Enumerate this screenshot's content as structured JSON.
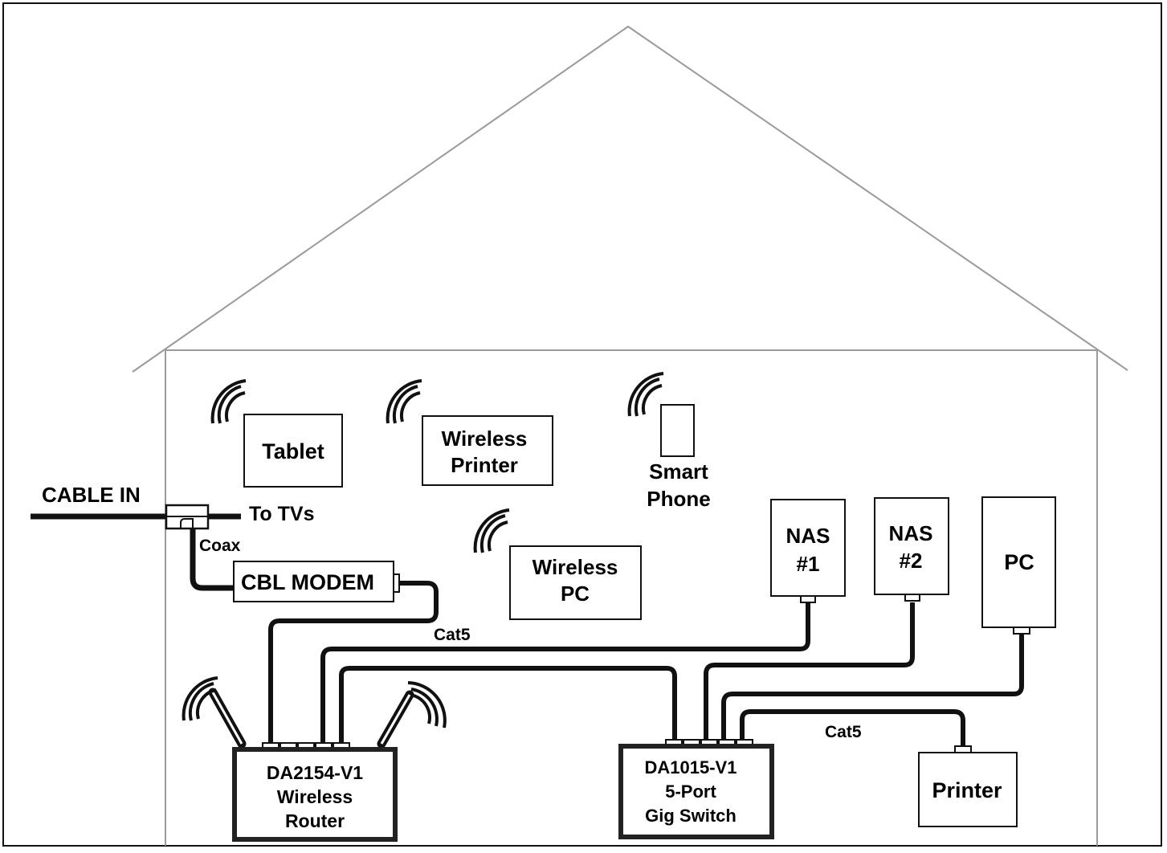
{
  "diagram": {
    "labels": {
      "cable_in": "CABLE IN",
      "to_tvs": "To TVs",
      "coax": "Coax",
      "cat5_modem": "Cat5",
      "cat5_printer": "Cat5"
    },
    "devices": {
      "tablet": "Tablet",
      "wireless_printer": {
        "line1": "Wireless",
        "line2": "Printer"
      },
      "smart_phone": {
        "line1": "Smart",
        "line2": "Phone"
      },
      "wireless_pc": {
        "line1": "Wireless",
        "line2": "PC"
      },
      "cable_modem": "CBL MODEM",
      "nas1": {
        "line1": "NAS",
        "line2": "#1"
      },
      "nas2": {
        "line1": "NAS",
        "line2": "#2"
      },
      "pc": "PC",
      "router": {
        "line1": "DA2154-V1",
        "line2": "Wireless",
        "line3": "Router"
      },
      "switch": {
        "line1": "DA1015-V1",
        "line2": "5-Port",
        "line3": "Gig Switch"
      },
      "printer": "Printer"
    },
    "icons": [
      "wifi-signal-icon",
      "antenna-icon",
      "port-connector-icon"
    ],
    "colors": {
      "cable": "#1a1a1a",
      "outline": "#9a9a9a",
      "device_border": "#222222"
    }
  }
}
